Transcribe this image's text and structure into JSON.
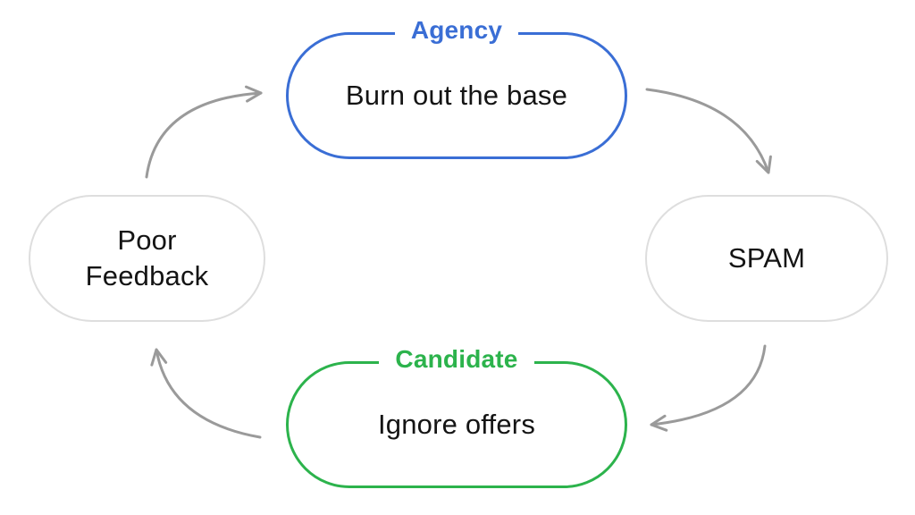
{
  "diagram": {
    "type": "cycle",
    "direction": "clockwise",
    "nodes": [
      {
        "id": "burn-out-the-base",
        "label": "Burn out the base",
        "group_label": "Agency",
        "position": "top",
        "border_color": "#3A6ED5"
      },
      {
        "id": "spam",
        "label": "SPAM",
        "position": "right",
        "border_color": "#DEDEDE"
      },
      {
        "id": "ignore-offers",
        "label": "Ignore offers",
        "group_label": "Candidate",
        "position": "bottom",
        "border_color": "#2CB34C"
      },
      {
        "id": "poor-feedback",
        "label": "Poor\nFeedback",
        "position": "left",
        "border_color": "#DEDEDE"
      }
    ],
    "edges": [
      {
        "from": "burn-out-the-base",
        "to": "spam"
      },
      {
        "from": "spam",
        "to": "ignore-offers"
      },
      {
        "from": "ignore-offers",
        "to": "poor-feedback"
      },
      {
        "from": "poor-feedback",
        "to": "burn-out-the-base"
      }
    ]
  },
  "colors": {
    "agency_blue": "#3A6ED5",
    "candidate_green": "#2CB34C",
    "neutral_border": "#DEDEDE",
    "arrow_gray": "#9A9A9A",
    "text_dark": "#141414",
    "background": "#FFFFFF"
  }
}
